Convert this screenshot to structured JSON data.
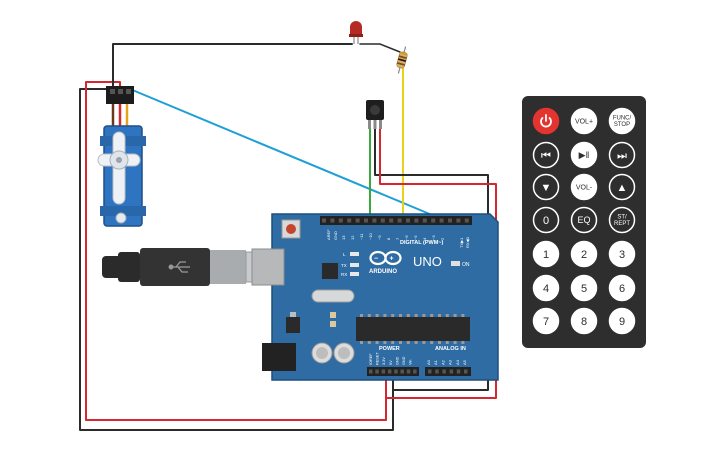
{
  "arduino": {
    "brand": "ARDUINO",
    "model": "UNO",
    "on_label": "ON",
    "digital_header": "DIGITAL (PWM~)",
    "power_header": "POWER",
    "analog_header": "ANALOG IN",
    "aref": "AREF",
    "gnd": "GND",
    "tx_label": "TX▶1",
    "rx_label": "RX◀0",
    "led_l": "L",
    "led_tx": "TX",
    "led_rx": "RX",
    "digital_pins": [
      "13",
      "12",
      "~11",
      "~10",
      "~9",
      "8",
      "7",
      "~6",
      "~5",
      "4",
      "~3",
      "2"
    ],
    "power_pins": [
      "IOREF",
      "RESET",
      "3.3V",
      "5V",
      "GND",
      "GND",
      "Vin"
    ],
    "analog_pins": [
      "A0",
      "A1",
      "A2",
      "A3",
      "A4",
      "A5"
    ]
  },
  "remote": {
    "keys": [
      {
        "id": "power",
        "label": "",
        "style": "red"
      },
      {
        "id": "vol-up",
        "label": "VOL+",
        "style": "light"
      },
      {
        "id": "func-stop",
        "label": "FUNC/\nSTOP",
        "style": "light"
      },
      {
        "id": "prev",
        "label": "⏮",
        "style": "dark"
      },
      {
        "id": "play-pause",
        "label": "▶‖",
        "style": "light"
      },
      {
        "id": "next",
        "label": "⏭",
        "style": "dark"
      },
      {
        "id": "down",
        "label": "▼",
        "style": "dark"
      },
      {
        "id": "vol-down",
        "label": "VOL-",
        "style": "light"
      },
      {
        "id": "up",
        "label": "▲",
        "style": "dark"
      },
      {
        "id": "0",
        "label": "0",
        "style": "dark"
      },
      {
        "id": "eq",
        "label": "EQ",
        "style": "dark"
      },
      {
        "id": "st-rept",
        "label": "ST/\nREPT",
        "style": "dark"
      },
      {
        "id": "1",
        "label": "1",
        "style": "light"
      },
      {
        "id": "2",
        "label": "2",
        "style": "light"
      },
      {
        "id": "3",
        "label": "3",
        "style": "light"
      },
      {
        "id": "4",
        "label": "4",
        "style": "light"
      },
      {
        "id": "5",
        "label": "5",
        "style": "light"
      },
      {
        "id": "6",
        "label": "6",
        "style": "light"
      },
      {
        "id": "7",
        "label": "7",
        "style": "light"
      },
      {
        "id": "8",
        "label": "8",
        "style": "light"
      },
      {
        "id": "9",
        "label": "9",
        "style": "light"
      }
    ]
  },
  "colors": {
    "board": "#2f6ca3",
    "board_edge": "#1f4f7c",
    "wire_red": "#d6272f",
    "wire_black": "#2b2b2b",
    "wire_blue": "#1ea0d6",
    "wire_yellow": "#e8d21a",
    "wire_green": "#3aa83a",
    "remote_body": "#2e2e2e",
    "power_key": "#e3342f",
    "servo_body": "#2f74c0"
  }
}
